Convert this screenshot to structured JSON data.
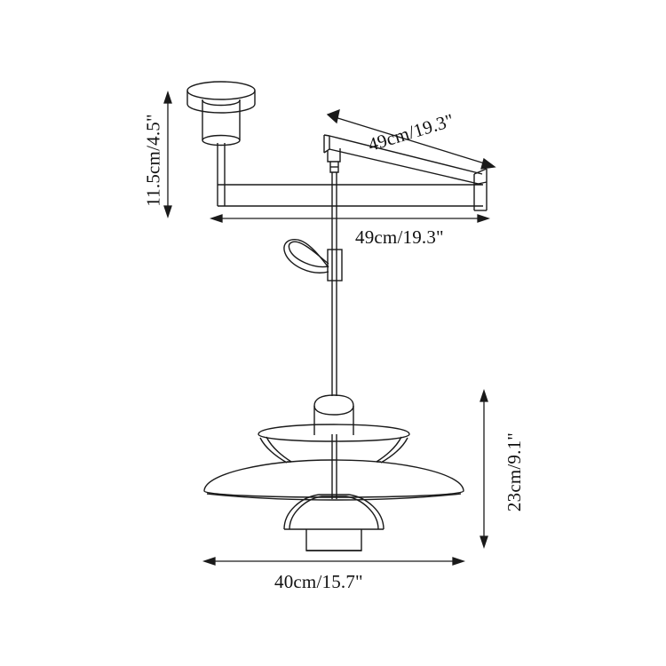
{
  "drawing": {
    "title": "Pendant lamp dimension drawing",
    "background_color": "#ffffff",
    "line_color": "#1a1a1a"
  },
  "dimensions": {
    "ceiling_drop_height": "11.5cm/4.5\"",
    "arm_diagonal_length": "49cm/19.3\"",
    "arm_horizontal_length": "49cm/19.3\"",
    "shade_height": "23cm/9.1\"",
    "shade_width": "40cm/15.7\""
  },
  "parts": {
    "ceiling_canopy": "ceiling-canopy",
    "canopy_cylinder": "canopy-cylinder",
    "vertical_drop_rod": "vertical-drop-rod",
    "horizontal_arm": "horizontal-arm",
    "diagonal_arm": "diagonal-arm",
    "arm_end_block": "arm-end-block",
    "arm_pivot_connector": "arm-pivot-connector",
    "suspension_cable": "suspension-cable",
    "cord_loop": "cord-loop",
    "cord_clamp": "cord-clamp",
    "lamp_top_housing": "lamp-top-housing",
    "upper_shade": "upper-shade",
    "main_shade": "main-shade",
    "lower_dome_shade": "lower-dome-shade",
    "bottom_diffuser": "bottom-diffuser"
  }
}
